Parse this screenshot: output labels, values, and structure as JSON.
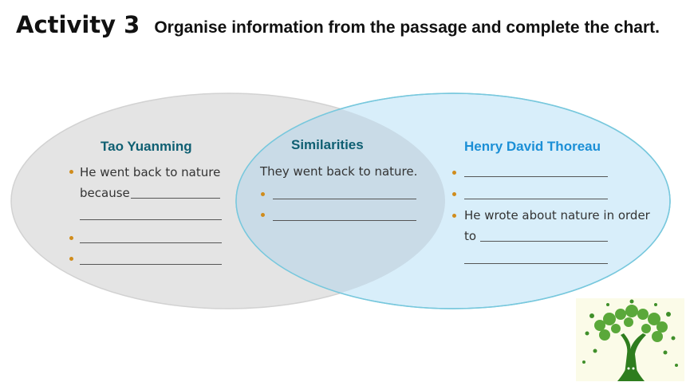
{
  "header": {
    "title": "Activity 3",
    "instruction": "Organise information from the passage and complete the chart."
  },
  "colors": {
    "left_circle": "#e4e4e4",
    "right_circle": "#d8eefa",
    "overlap": "#c9dbe7",
    "left_heading": "#0f5f72",
    "middle_heading": "#0f5f72",
    "right_heading": "#1b8fd6",
    "bullet": "#d08c1c"
  },
  "left": {
    "heading": "Tao Yuanming",
    "line1": "He went back to nature",
    "line2": "because"
  },
  "middle": {
    "heading": "Similarities",
    "line1": "They went back to nature."
  },
  "right": {
    "heading": "Henry David Thoreau",
    "line1": "He wrote about nature in order",
    "line2": "to"
  },
  "image": {
    "icon": "tree-icon"
  }
}
